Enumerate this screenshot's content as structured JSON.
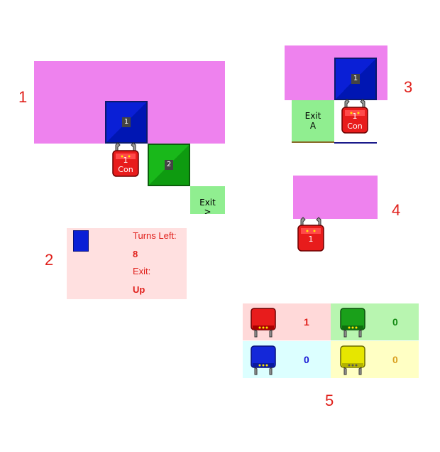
{
  "labels": {
    "one": "1",
    "two": "2",
    "three": "3",
    "four": "4",
    "five": "5"
  },
  "figure1": {
    "tile_blue_num": "1",
    "tile_green_num": "2",
    "robot_num": "1",
    "robot_role": "Con",
    "exit_line1": "Exit",
    "exit_line2": ">"
  },
  "figure3": {
    "tile_blue_num": "1",
    "exit_line1": "Exit",
    "exit_line2": "A",
    "robot_num": "1",
    "robot_role": "Con"
  },
  "figure4": {
    "robot_num": "1"
  },
  "panel2": {
    "turns_label": "Turns Left:",
    "turns_value": "8",
    "exit_label": "Exit:",
    "exit_value": "Up"
  },
  "scoreboard": [
    {
      "color": "red",
      "score": "1",
      "bg": "#ffd9d9",
      "text": "#e0201b"
    },
    {
      "color": "green",
      "score": "0",
      "bg": "#b8f5b0",
      "text": "#138a13"
    },
    {
      "color": "blue",
      "score": "0",
      "bg": "#dcffff",
      "text": "#1a1ad6"
    },
    {
      "color": "yellow",
      "score": "0",
      "bg": "#ffffc4",
      "text": "#d9a020"
    }
  ],
  "colors": {
    "pink": "#ee82ee",
    "robot_red": "#e81c1c",
    "robot_green": "#1aa01a",
    "robot_blue": "#1428d9",
    "robot_yellow": "#e6e600"
  }
}
